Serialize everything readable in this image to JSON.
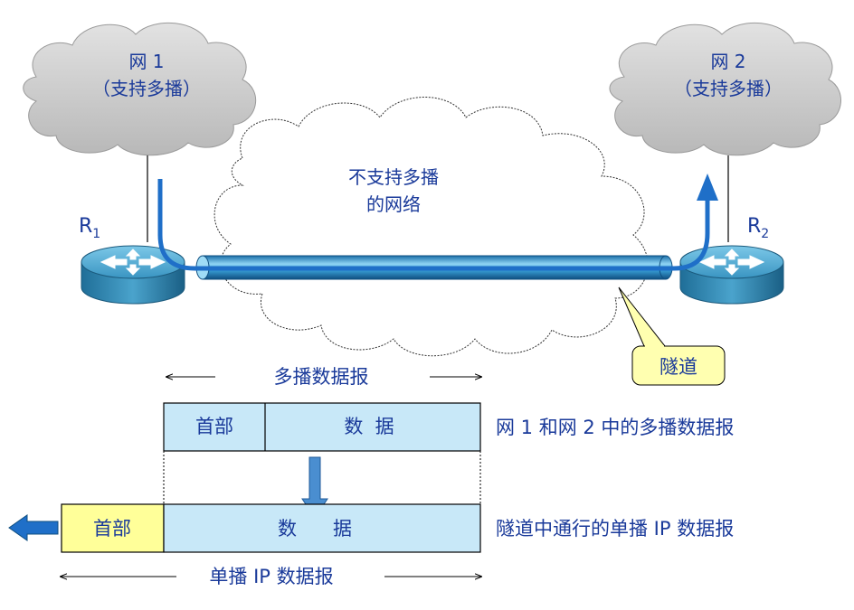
{
  "network1": {
    "name": "网 1",
    "note": "（支持多播）"
  },
  "network2": {
    "name": "网 2",
    "note": "（支持多播）"
  },
  "middle_network": {
    "line1": "不支持多播",
    "line2": "的网络"
  },
  "router1": {
    "letter": "R",
    "subscript": "1"
  },
  "router2": {
    "letter": "R",
    "subscript": "2"
  },
  "tunnel_callout": "隧道",
  "multicast_datagram": {
    "span_label": "多播数据报",
    "header": "首部",
    "data": "数  据",
    "caption": "网 1 和网 2 中的多播数据报"
  },
  "unicast_datagram": {
    "span_label": "单播 IP 数据报",
    "header": "首部",
    "data": "数      据",
    "caption": "隧道中通行的单播 IP 数据报"
  },
  "colors": {
    "text_blue": "#1a3a9a",
    "tube_blue": "#3aa0d8",
    "path_blue": "#1f6fc8",
    "box_fill": "#c8e8f8",
    "header_yellow": "#ffff99",
    "callout_fill": "#ffffb0"
  }
}
